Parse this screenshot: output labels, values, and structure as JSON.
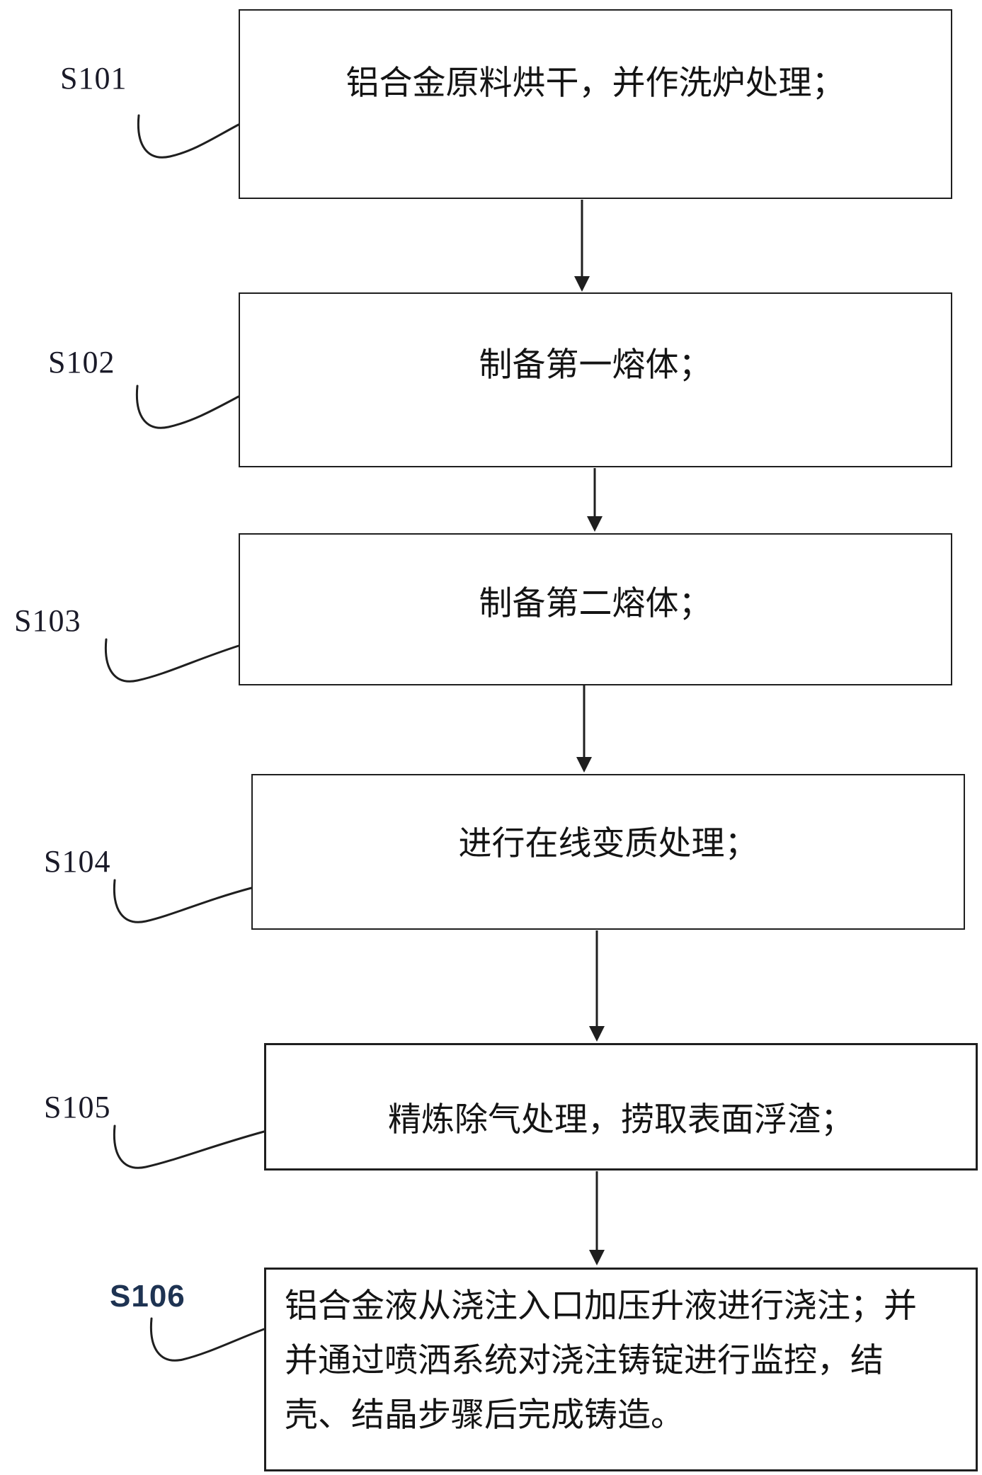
{
  "diagram": {
    "type": "flowchart",
    "colors": {
      "line": "#1f1f1f",
      "text": "#141414",
      "label_text": "#1a1a28",
      "label_text_s106": "#1e3352",
      "background": "#ffffff"
    },
    "steps": [
      {
        "label": "S101",
        "text": "铝合金原料烘干，并作洗炉处理；"
      },
      {
        "label": "S102",
        "text": "制备第一熔体；"
      },
      {
        "label": "S103",
        "text": "制备第二熔体；"
      },
      {
        "label": "S104",
        "text": "进行在线变质处理；"
      },
      {
        "label": "S105",
        "text": "精炼除气处理，捞取表面浮渣；"
      },
      {
        "label": "S106",
        "lines": [
          "铝合金液从浇注入口加压升液进行浇注；并",
          "并通过喷洒系统对浇注铸锭进行监控，结",
          "壳、结晶步骤后完成铸造。"
        ]
      }
    ]
  }
}
